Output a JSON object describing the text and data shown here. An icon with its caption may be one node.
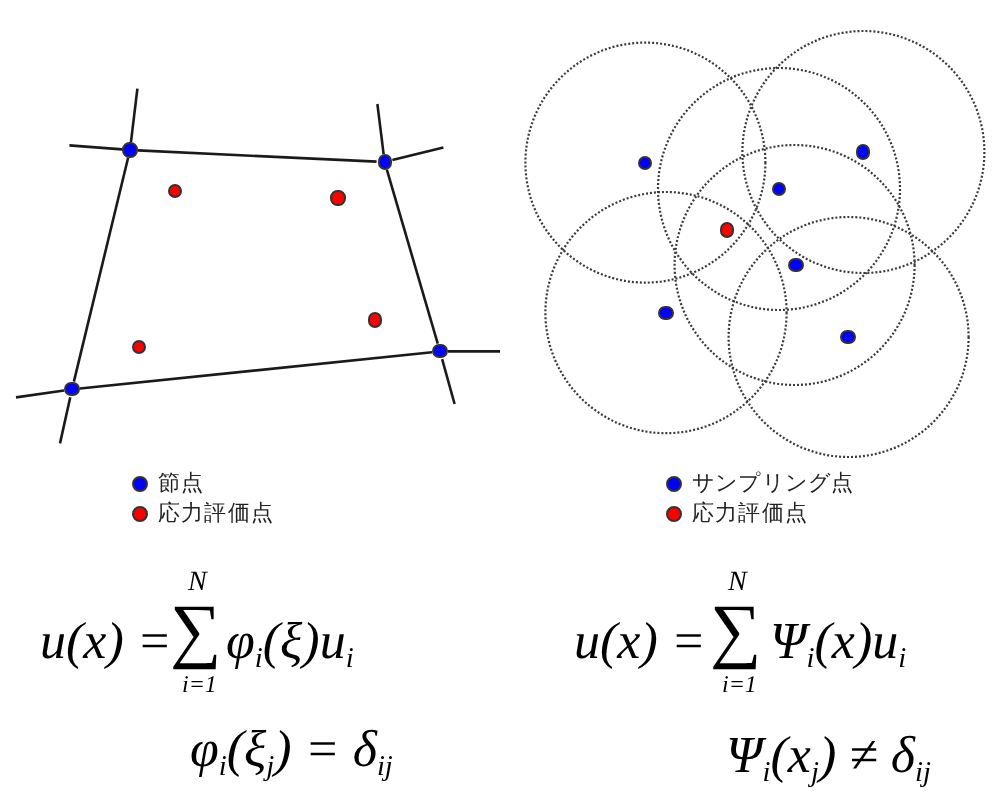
{
  "diagram": {
    "nodes": [
      {
        "text": [],
        "shape": "circle"
      },
      {
        "text": [],
        "shape": "circle"
      },
      {
        "text": [],
        "shape": "circle"
      },
      {
        "text": [],
        "shape": "circle"
      }
    ],
    "edges": [
      {
        "from": 0,
        "to": 1,
        "arrow": "none"
      },
      {
        "from": 0,
        "to": 2,
        "arrow": "none"
      },
      {
        "from": 1,
        "to": 3,
        "arrow": "none"
      },
      {
        "from": 2,
        "to": 3,
        "arrow": "none"
      },
      {
        "from": 0,
        "to": null,
        "arrow": "none"
      },
      {
        "from": 0,
        "to": null,
        "arrow": "none"
      },
      {
        "from": 1,
        "to": null,
        "arrow": "none"
      },
      {
        "from": 1,
        "to": null,
        "arrow": "none"
      },
      {
        "from": 2,
        "to": null,
        "arrow": "none"
      },
      {
        "from": 2,
        "to": null,
        "arrow": "none"
      },
      {
        "from": 3,
        "to": null,
        "arrow": "none"
      },
      {
        "from": 3,
        "to": null,
        "arrow": "none"
      }
    ],
    "labels": [
      "u(x) =",
      "N",
      "∑",
      "i=1",
      "φ$_{i}$(ξ)u$_{i}$",
      "φ$_{i}$(ξ$_{j}$) = δ$_{ij}$",
      "u(x) =",
      "N",
      "∑",
      "i=1",
      "Ψ$_{i}$(x)u$_{i}$",
      "Ψ$_{i}$(x$_{j}$) ≠ δ$_{ij}$"
    ],
    "legend": [
      {
        "text": "節点",
        "color": "#0000ff"
      },
      {
        "text": "応力評価点",
        "color": "#ff0000"
      },
      {
        "text": "サンプリング点",
        "color": "#0000ff"
      },
      {
        "text": "応力評価点",
        "color": "#ff0000"
      }
    ]
  }
}
